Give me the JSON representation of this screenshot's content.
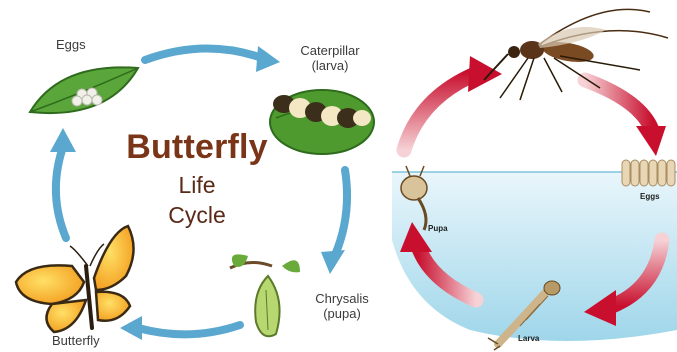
{
  "butterfly_cycle": {
    "title": "Butterfly",
    "subtitle_1": "Life",
    "subtitle_2": "Cycle",
    "stages": {
      "eggs": "Eggs",
      "caterpillar_1": "Caterpillar",
      "caterpillar_2": "(larva)",
      "chrysalis_1": "Chrysalis",
      "chrysalis_2": "(pupa)",
      "butterfly": "Butterfly"
    }
  },
  "mosquito_cycle": {
    "stages": {
      "eggs": "Eggs",
      "larva": "Larva",
      "pupa": "Pupa"
    }
  },
  "colors": {
    "butterfly_arrow": "#5aa7cf",
    "mosquito_arrow": "#c8102e",
    "water": "#bfe4f1",
    "title": "#7a3518"
  }
}
